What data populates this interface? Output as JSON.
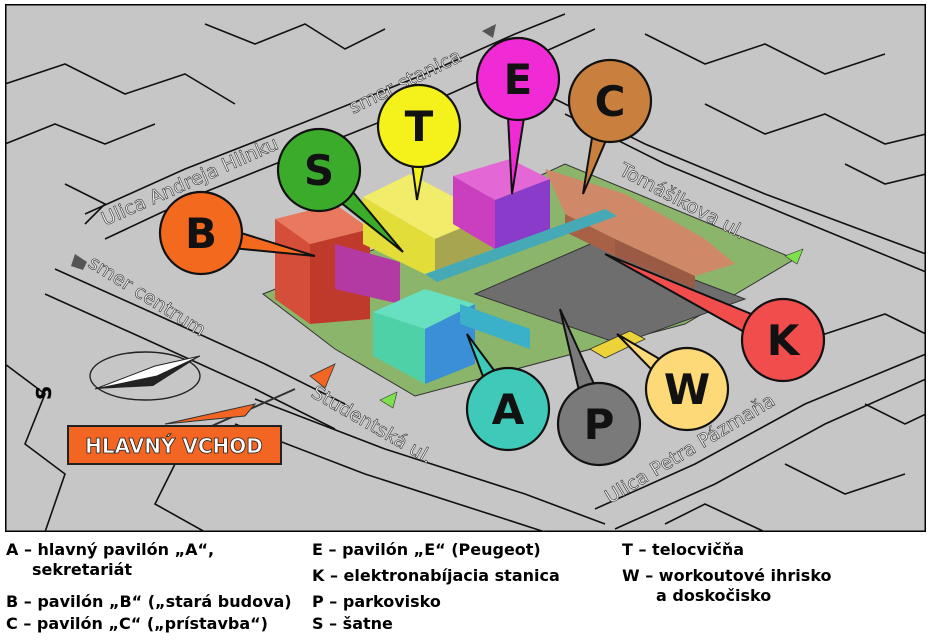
{
  "map": {
    "background_color": "#c6c6c6",
    "streets": {
      "hlinku": "Ulica Andreja Hlinku",
      "smer_stanica": "smer stanica",
      "smer_centrum": "smer centrum",
      "tomaskova": "Tomášikova ul.",
      "studentska": "Študentská ul.",
      "pazmana": "Ulica Petra Pázmaňa"
    },
    "compass_label": "S",
    "entrance_label": "HLAVNÝ VCHOD",
    "markers": [
      {
        "letter": "A",
        "color": "#3ec9b8"
      },
      {
        "letter": "B",
        "color": "#f36a1f"
      },
      {
        "letter": "C",
        "color": "#c9803e"
      },
      {
        "letter": "E",
        "color": "#f02bd6"
      },
      {
        "letter": "K",
        "color": "#f24d4d"
      },
      {
        "letter": "P",
        "color": "#7a7a7a"
      },
      {
        "letter": "S",
        "color": "#3bab2c"
      },
      {
        "letter": "T",
        "color": "#f4f11b"
      },
      {
        "letter": "W",
        "color": "#fdd978"
      }
    ]
  },
  "legend": {
    "col1": {
      "a1": "A – hlavný pavilón „A“,",
      "a2": "sekretariát",
      "b": "B – pavilón „B“ („stará budova)",
      "c": "C – pavilón „C“ („prístavba“)"
    },
    "col2": {
      "e": "E – pavilón „E“ (Peugeot)",
      "k": "K – elektronabíjacia stanica",
      "p": "P – parkovisko",
      "s": "S – šatne"
    },
    "col3": {
      "t": "T – telocvičňa",
      "w1": "W – workoutové ihrisko",
      "w2": "a doskočisko"
    }
  }
}
